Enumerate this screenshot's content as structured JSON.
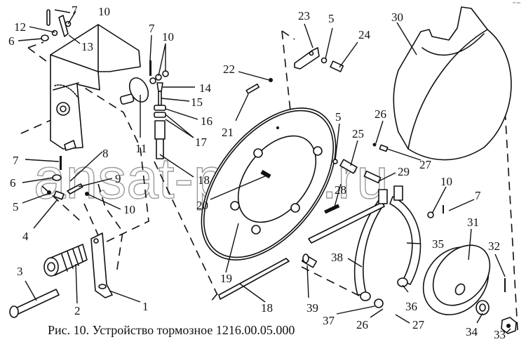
{
  "figure": {
    "caption": "Рис. 10. Устройство тормозное 1216.00.05.000",
    "watermark": "ansat-parts.ru",
    "corner_mark": "ᵃᴾ ˢᵃᵃ"
  },
  "callouts": [
    {
      "id": "c1",
      "number": "1",
      "part": "lever"
    },
    {
      "id": "c2",
      "number": "2",
      "part": "spring"
    },
    {
      "id": "c3",
      "number": "3",
      "part": "axle-pin"
    },
    {
      "id": "c4",
      "number": "4",
      "part": "bolt"
    },
    {
      "id": "c5a",
      "number": "5",
      "part": "washer"
    },
    {
      "id": "c5b",
      "number": "5",
      "part": "washer"
    },
    {
      "id": "c5c",
      "number": "5",
      "part": "washer"
    },
    {
      "id": "c6a",
      "number": "6",
      "part": "bolt"
    },
    {
      "id": "c6b",
      "number": "6",
      "part": "bolt"
    },
    {
      "id": "c7a",
      "number": "7",
      "part": "cotter-pin"
    },
    {
      "id": "c7b",
      "number": "7",
      "part": "cotter-pin"
    },
    {
      "id": "c7c",
      "number": "7",
      "part": "cotter-pin"
    },
    {
      "id": "c7d",
      "number": "7",
      "part": "cotter-pin"
    },
    {
      "id": "c8",
      "number": "8",
      "part": "bracket"
    },
    {
      "id": "c9",
      "number": "9",
      "part": "link"
    },
    {
      "id": "c10a",
      "number": "10",
      "part": "washer"
    },
    {
      "id": "c10b",
      "number": "10",
      "part": "washer"
    },
    {
      "id": "c10c",
      "number": "10",
      "part": "washer"
    },
    {
      "id": "c10d",
      "number": "10",
      "part": "washer"
    },
    {
      "id": "c11",
      "number": "11",
      "part": "lever-plate"
    },
    {
      "id": "c12",
      "number": "12",
      "part": "nut"
    },
    {
      "id": "c13",
      "number": "13",
      "part": "link-plate"
    },
    {
      "id": "c14",
      "number": "14",
      "part": "clevis"
    },
    {
      "id": "c15",
      "number": "15",
      "part": "threaded-rod"
    },
    {
      "id": "c16",
      "number": "16",
      "part": "nut"
    },
    {
      "id": "c17",
      "number": "17",
      "part": "nuts"
    },
    {
      "id": "c18a",
      "number": "18",
      "part": "cable-sleeve"
    },
    {
      "id": "c18b",
      "number": "18",
      "part": "cable-sleeve"
    },
    {
      "id": "c19",
      "number": "19",
      "part": "backing-plate"
    },
    {
      "id": "c20",
      "number": "20",
      "part": "stud"
    },
    {
      "id": "c21",
      "number": "21",
      "part": "bolt"
    },
    {
      "id": "c22",
      "number": "22",
      "part": "nut"
    },
    {
      "id": "c23",
      "number": "23",
      "part": "bracket"
    },
    {
      "id": "c24",
      "number": "24",
      "part": "bolt"
    },
    {
      "id": "c25",
      "number": "25",
      "part": "bolt"
    },
    {
      "id": "c26a",
      "number": "26",
      "part": "washer"
    },
    {
      "id": "c26b",
      "number": "26",
      "part": "washer"
    },
    {
      "id": "c27a",
      "number": "27",
      "part": "screw"
    },
    {
      "id": "c27b",
      "number": "27",
      "part": "screw"
    },
    {
      "id": "c28",
      "number": "28",
      "part": "stud"
    },
    {
      "id": "c29",
      "number": "29",
      "part": "pin"
    },
    {
      "id": "c30",
      "number": "30",
      "part": "cover"
    },
    {
      "id": "c31",
      "number": "31",
      "part": "brake-drum"
    },
    {
      "id": "c32",
      "number": "32",
      "part": "cotter-pin"
    },
    {
      "id": "c33",
      "number": "33",
      "part": "castle-nut"
    },
    {
      "id": "c34",
      "number": "34",
      "part": "washer"
    },
    {
      "id": "c35",
      "number": "35",
      "part": "brake-shoe"
    },
    {
      "id": "c36",
      "number": "36",
      "part": "roller"
    },
    {
      "id": "c37",
      "number": "37",
      "part": "washer"
    },
    {
      "id": "c38",
      "number": "38",
      "part": "brake-shoe"
    },
    {
      "id": "c39",
      "number": "39",
      "part": "adjuster"
    }
  ]
}
